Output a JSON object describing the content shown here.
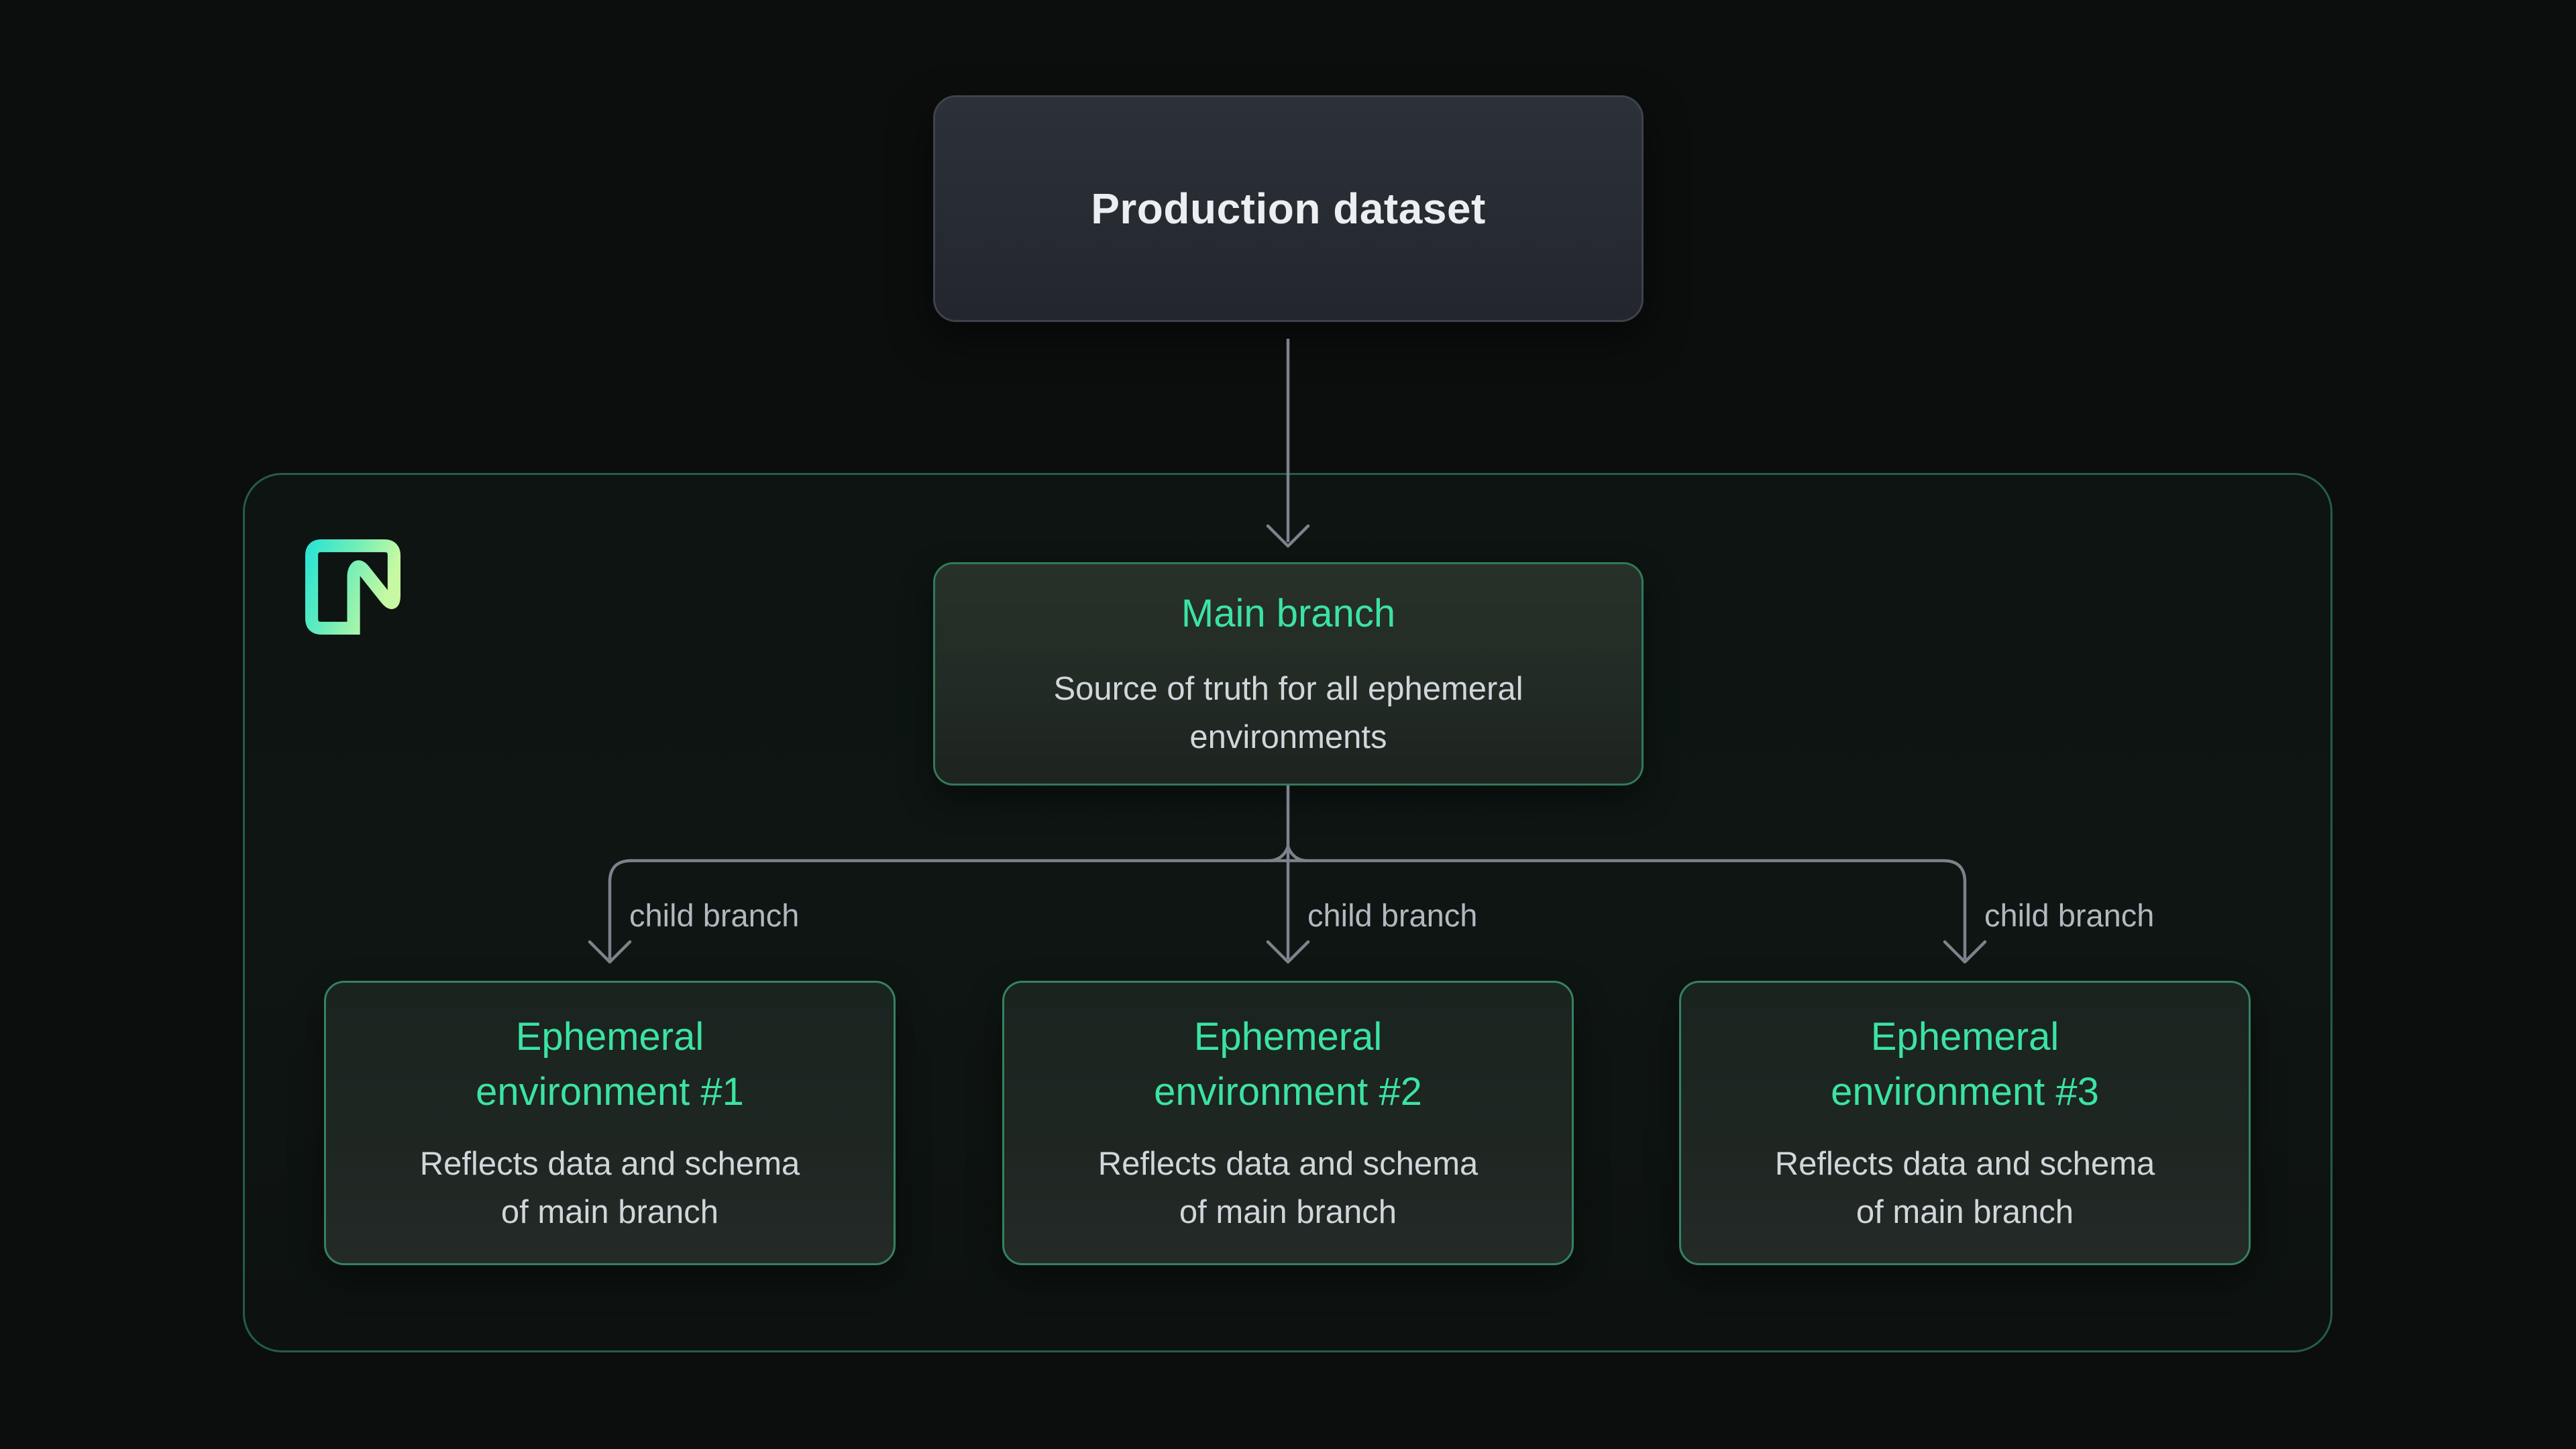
{
  "colors": {
    "background": "#0c0d0d",
    "accent_green_text": "#3ce3a3",
    "container_border_green": "#235e45",
    "node_border_green": "#35825f",
    "production_border_gray": "#3d434b",
    "connector_gray": "#7d838c",
    "body_text": "#d2d6db",
    "label_text": "#b3b8bf",
    "logo_gradient": [
      "#2fe5d1",
      "#6cedb9",
      "#c7f9a2"
    ]
  },
  "nodes": {
    "production": {
      "title": "Production dataset"
    },
    "main_branch": {
      "title": "Main branch",
      "subtitle": "Source of truth for all ephemeral\nenvironments"
    },
    "environments": [
      {
        "title": "Ephemeral\nenvironment #1",
        "subtitle": "Reflects data and schema\nof main branch"
      },
      {
        "title": "Ephemeral\nenvironment #2",
        "subtitle": "Reflects data and schema\nof main branch"
      },
      {
        "title": "Ephemeral\nenvironment #3",
        "subtitle": "Reflects data and schema\nof main branch"
      }
    ]
  },
  "edges": {
    "labels": [
      "child branch",
      "child branch",
      "child branch"
    ]
  },
  "logo": {
    "name": "neon-logo"
  }
}
